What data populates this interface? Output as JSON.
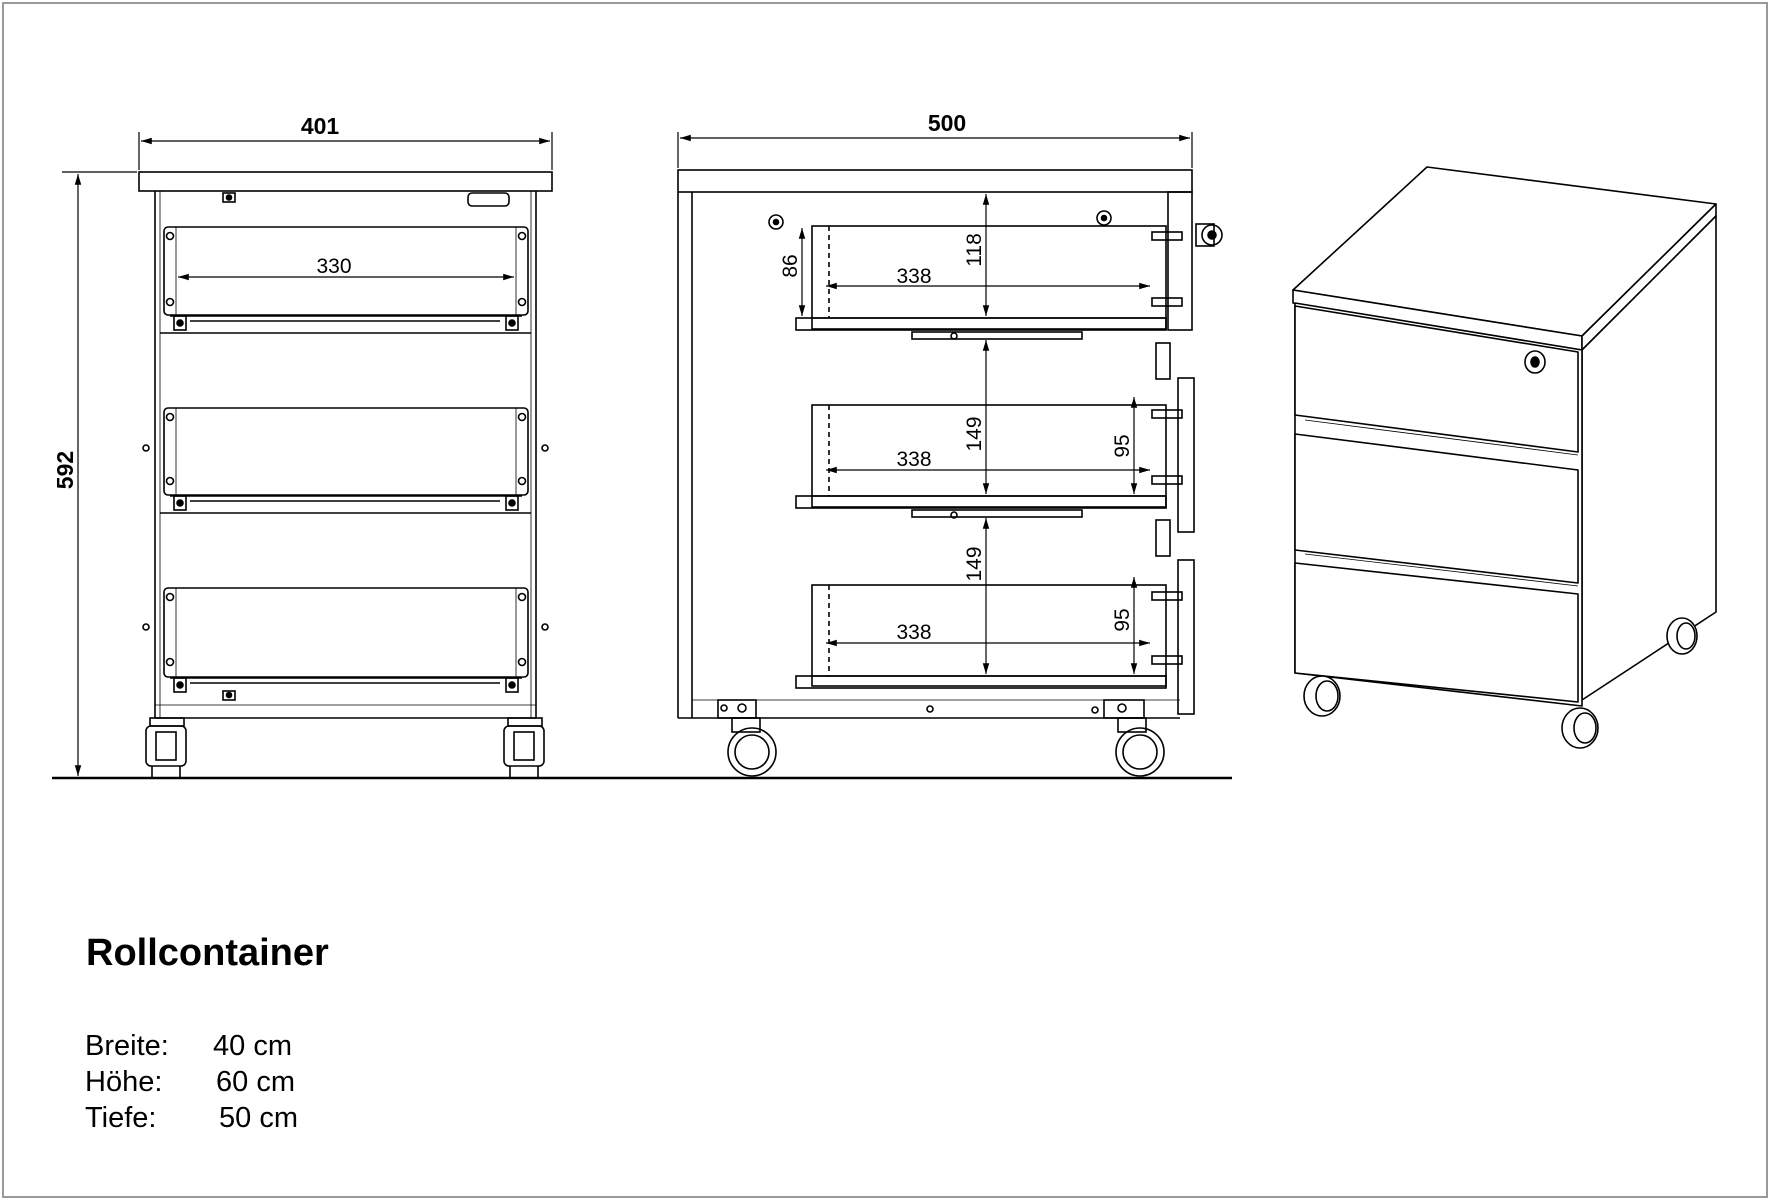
{
  "product": {
    "title": "Rollcontainer"
  },
  "specs": [
    {
      "label": "Breite:",
      "value": "40 cm"
    },
    {
      "label": "Höhe:",
      "value": "60 cm"
    },
    {
      "label": "Tiefe:",
      "value": "50 cm"
    }
  ],
  "front_view": {
    "width_dim": "401",
    "height_dim": "592",
    "drawer_inner_width": "330"
  },
  "side_view": {
    "depth_dim": "500",
    "drawer_depth_1": "338",
    "drawer_depth_2": "338",
    "drawer_depth_3": "338",
    "top_drawer_pitch": "118",
    "top_drawer_inner_height": "86",
    "middle_drawer_pitch": "149",
    "bottom_drawer_pitch": "149",
    "middle_drawer_inner_height": "95",
    "bottom_drawer_inner_height": "95"
  }
}
